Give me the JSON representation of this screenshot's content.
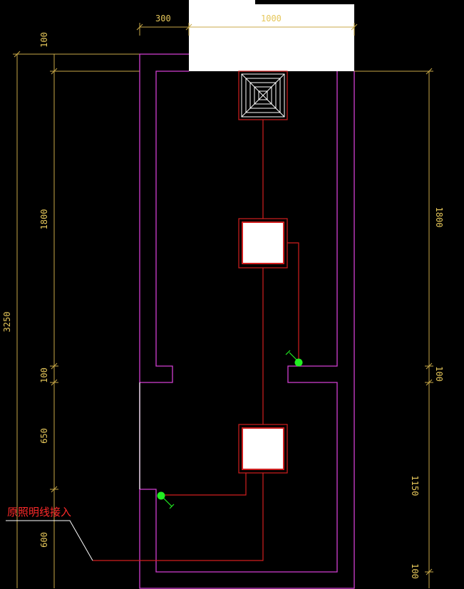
{
  "colors": {
    "background": "#000000",
    "wall": "#d23fd2",
    "wire": "#d11f1f",
    "dimension": "#c9a948",
    "dimension_text": "#e6c75a",
    "fixture": "#ffffff",
    "switch": "#22ee22",
    "annotation": "#ff2a2a",
    "leader": "#ffffff"
  },
  "dimensions": {
    "top": {
      "left": "300",
      "right": "1000"
    },
    "left_inner": {
      "d1": "100",
      "d2": "1800",
      "d3": "100",
      "d4": "650",
      "d5": "600"
    },
    "left_total": "3250",
    "right": {
      "d1": "1800",
      "d2": "100",
      "d3": "1150",
      "d4": "100"
    }
  },
  "annotation": {
    "label": "原照明线接入"
  },
  "icons": {
    "ceiling_fan": "exhaust-fan-icon",
    "light_1": "ceiling-light-icon",
    "light_2": "ceiling-light-icon",
    "switch_1": "wall-switch-icon",
    "switch_2": "wall-switch-icon"
  }
}
